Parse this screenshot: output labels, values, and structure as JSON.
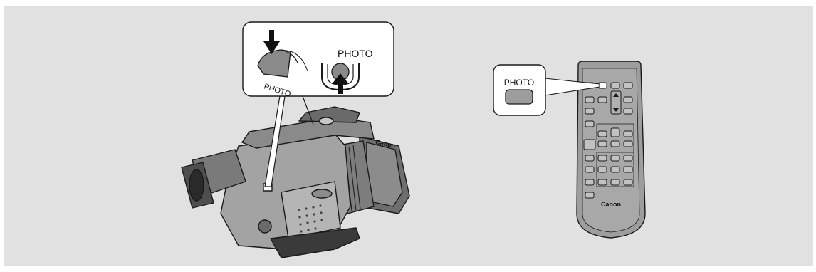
{
  "camcorder_callout": {
    "button_label": "PHOTO",
    "slope_label": "PHOTO"
  },
  "remote_callout": {
    "button_label": "PHOTO"
  },
  "remote": {
    "brand": "Canon"
  },
  "camcorder": {
    "brand": "Canon"
  },
  "colors": {
    "panel_bg": "#e1e1e1",
    "line": "#1a1a1a",
    "body_gray": "#9a9a9a",
    "dark_gray": "#5a5a5a"
  }
}
